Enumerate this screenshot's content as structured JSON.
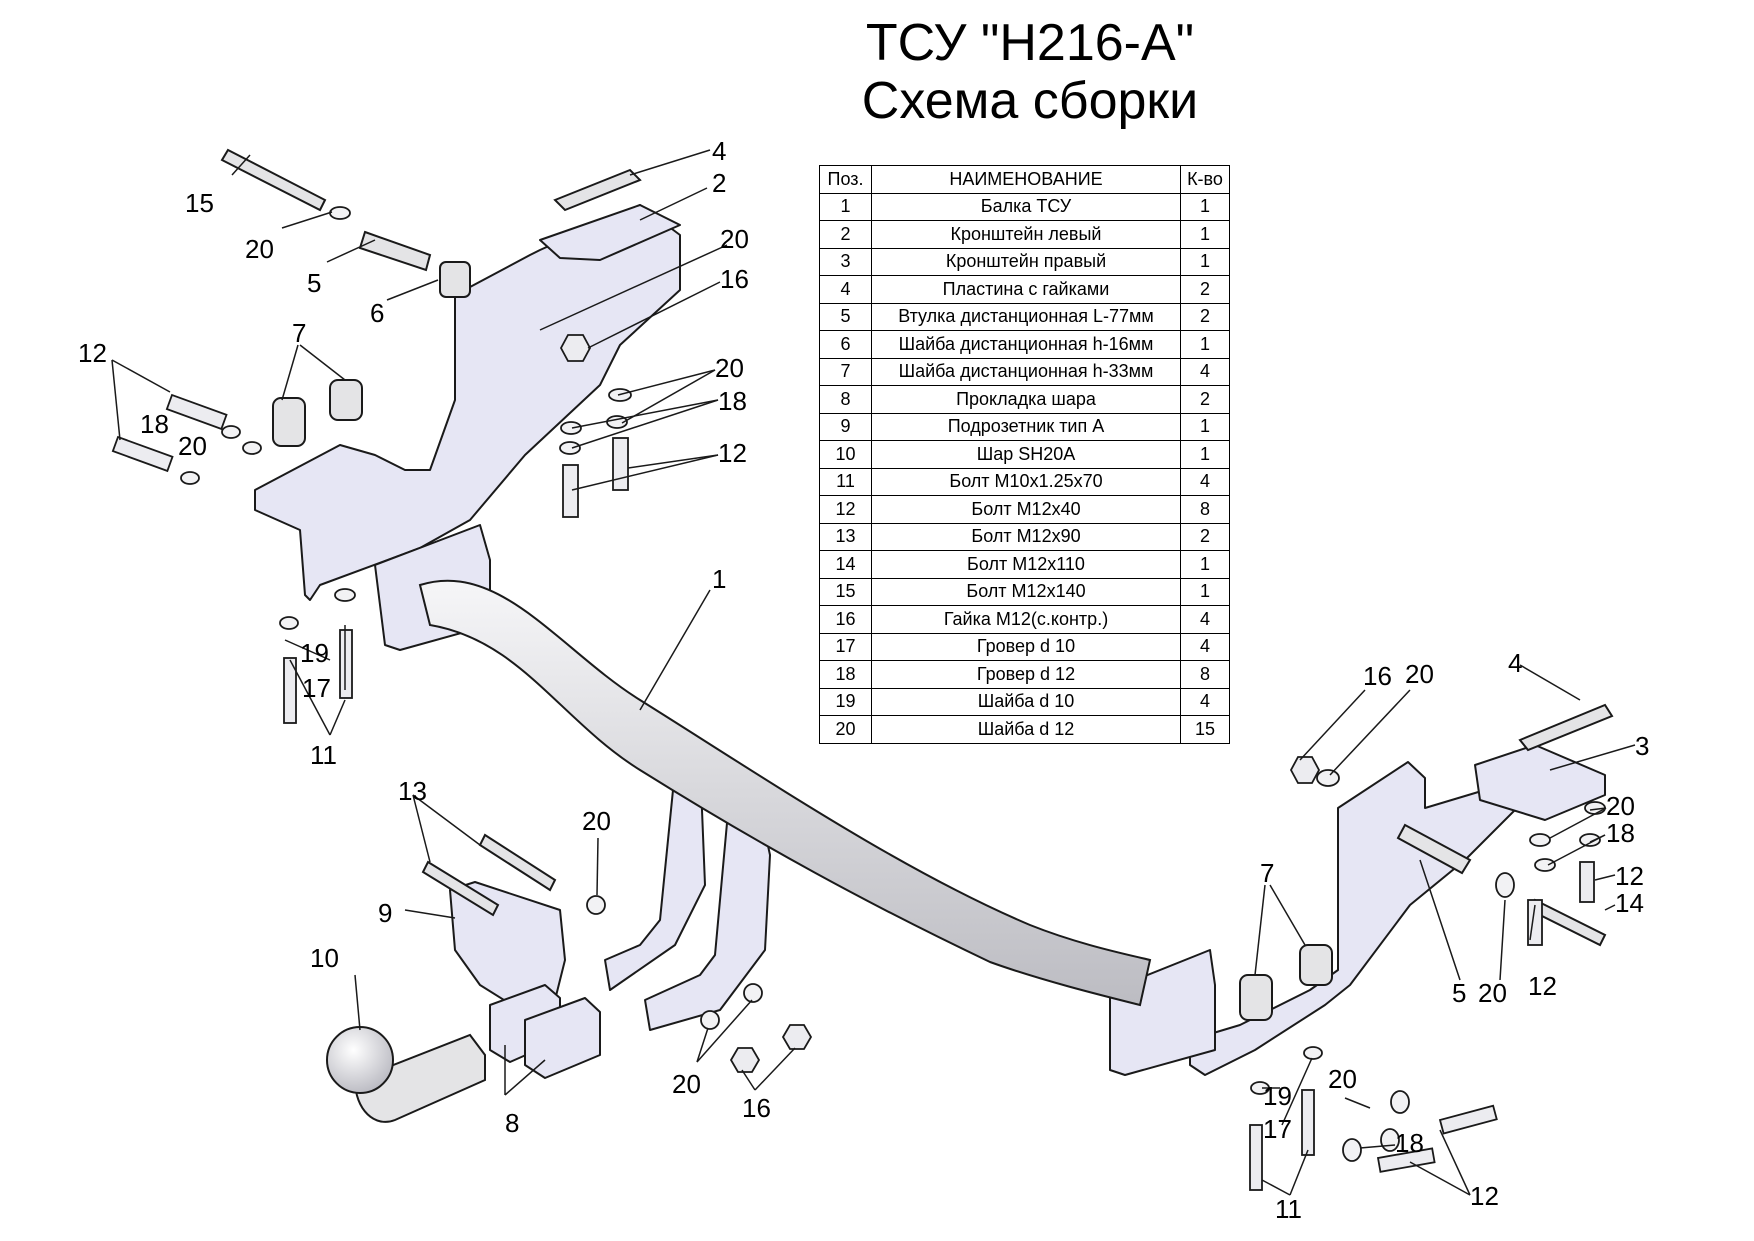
{
  "title": {
    "line1": "ТСУ \"H216-A\"",
    "line2": "Схема сборки"
  },
  "table": {
    "headers": [
      "Поз.",
      "НАИМЕНОВАНИЕ",
      "К-во"
    ],
    "rows": [
      [
        "1",
        "Балка ТСУ",
        "1"
      ],
      [
        "2",
        "Кронштейн левый",
        "1"
      ],
      [
        "3",
        "Кронштейн правый",
        "1"
      ],
      [
        "4",
        "Пластина с гайками",
        "2"
      ],
      [
        "5",
        "Втулка дистанционная L-77мм",
        "2"
      ],
      [
        "6",
        "Шайба дистанционная h-16мм",
        "1"
      ],
      [
        "7",
        "Шайба дистанционная h-33мм",
        "4"
      ],
      [
        "8",
        "Прокладка шара",
        "2"
      ],
      [
        "9",
        "Подрозетник тип А",
        "1"
      ],
      [
        "10",
        "Шар SH20A",
        "1"
      ],
      [
        "11",
        "Болт M10x1.25x70",
        "4"
      ],
      [
        "12",
        "Болт M12x40",
        "8"
      ],
      [
        "13",
        "Болт M12x90",
        "2"
      ],
      [
        "14",
        "Болт M12x110",
        "1"
      ],
      [
        "15",
        "Болт M12x140",
        "1"
      ],
      [
        "16",
        "Гайка M12(с.контр.)",
        "4"
      ],
      [
        "17",
        "Гровер d 10",
        "4"
      ],
      [
        "18",
        "Гровер d 12",
        "8"
      ],
      [
        "19",
        "Шайба d 10",
        "4"
      ],
      [
        "20",
        "Шайба d 12",
        "15"
      ]
    ]
  },
  "callouts": [
    "15",
    "20",
    "5",
    "6",
    "4",
    "2",
    "20",
    "16",
    "7",
    "12",
    "18",
    "20",
    "20",
    "18",
    "12",
    "1",
    "19",
    "17",
    "11",
    "13",
    "20",
    "9",
    "10",
    "8",
    "20",
    "16",
    "16",
    "20",
    "4",
    "3",
    "20",
    "18",
    "12",
    "14",
    "7",
    "5",
    "20",
    "12",
    "20",
    "19",
    "17",
    "18",
    "12",
    "11"
  ],
  "colors": {
    "metal": "#e6e6f4",
    "tube": "#e4e4e6",
    "line": "#1a1a1a"
  }
}
